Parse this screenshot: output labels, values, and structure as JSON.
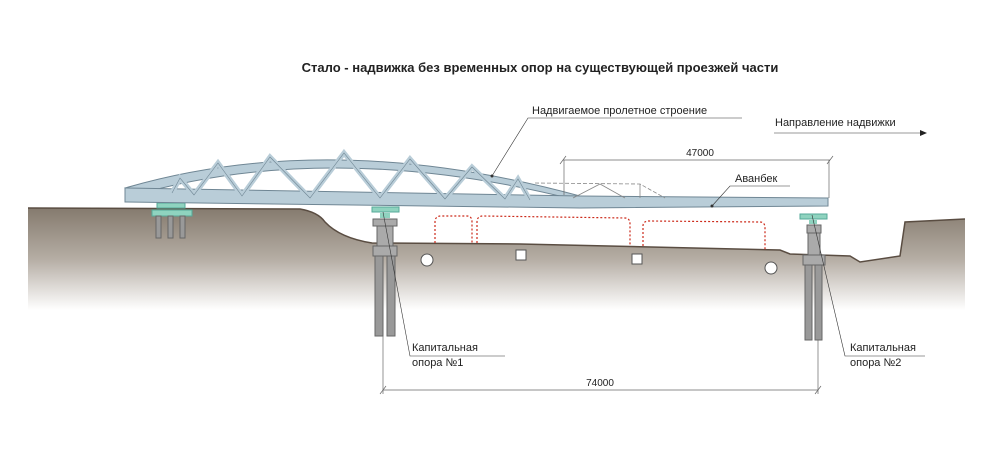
{
  "title": "Стало - надвижка без временных опор на существующей проезжей части",
  "labels": {
    "span_structure": "Надвигаемое пролетное строение",
    "direction": "Направление надвижки",
    "avanbek": "Аванбек",
    "pier1_line1": "Капитальная",
    "pier1_line2": "опора №1",
    "pier2_line1": "Капитальная",
    "pier2_line2": "опора №2"
  },
  "dimensions": {
    "avanbek_length": "47000",
    "span_length": "74000"
  },
  "colors": {
    "steel": "#b9cdd8",
    "bearing": "#8fd3bf",
    "ground": "#8a7d70",
    "utility": "#cc2a1a"
  }
}
